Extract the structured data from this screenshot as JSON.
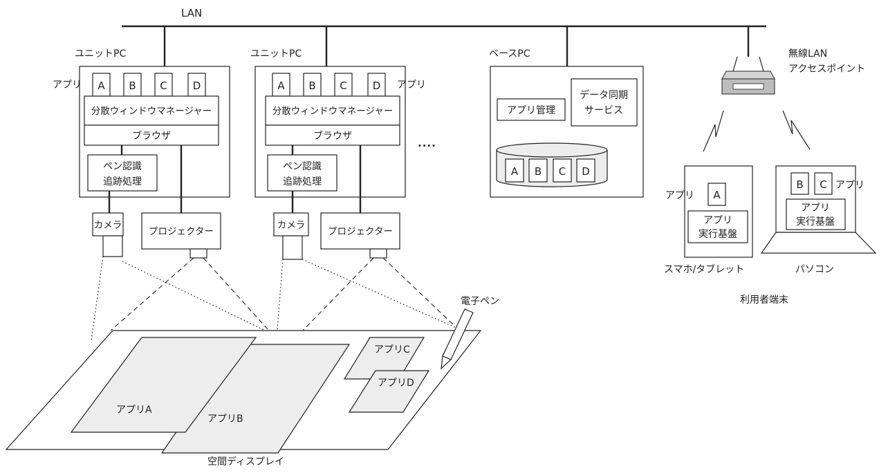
{
  "lan": {
    "label": "LAN"
  },
  "unit_pc_1": {
    "title": "ユニットPC",
    "apps_label": "アプリ",
    "apps": [
      "A",
      "B",
      "C",
      "D"
    ],
    "window_manager": "分散ウィンドウマネージャー",
    "browser": "ブラウザ",
    "pen_tracking": [
      "ペン認識",
      "追跡処理"
    ]
  },
  "unit_pc_2": {
    "title": "ユニットPC",
    "apps_label": "アプリ",
    "apps": [
      "A",
      "B",
      "C",
      "D"
    ],
    "window_manager": "分散ウィンドウマネージャー",
    "browser": "ブラウザ",
    "pen_tracking": [
      "ペン認識",
      "追跡処理"
    ]
  },
  "ellipsis": "....",
  "base_pc": {
    "title": "ベースPC",
    "app_management": "アプリ管理",
    "data_sync": [
      "データ同期",
      "サービス"
    ],
    "stored_apps": [
      "A",
      "B",
      "C",
      "D"
    ]
  },
  "devices": {
    "camera": "カメラ",
    "projector": "プロジェクター"
  },
  "access_point": {
    "label": [
      "無線LAN",
      "アクセスポイント"
    ]
  },
  "smartphone": {
    "apps_label": "アプリ",
    "app": "A",
    "runtime": [
      "アプリ",
      "実行基盤"
    ],
    "caption": "スマホ/タブレット"
  },
  "laptop": {
    "apps_label": "アプリ",
    "apps": [
      "B",
      "C"
    ],
    "runtime": [
      "アプリ",
      "実行基盤"
    ],
    "caption": "パソコン"
  },
  "user_terminals": "利用者端末",
  "pen": "電子ペン",
  "display": {
    "caption": "空間ディスプレイ",
    "windows": [
      "アプリA",
      "アプリB",
      "アプリC",
      "アプリD"
    ]
  }
}
